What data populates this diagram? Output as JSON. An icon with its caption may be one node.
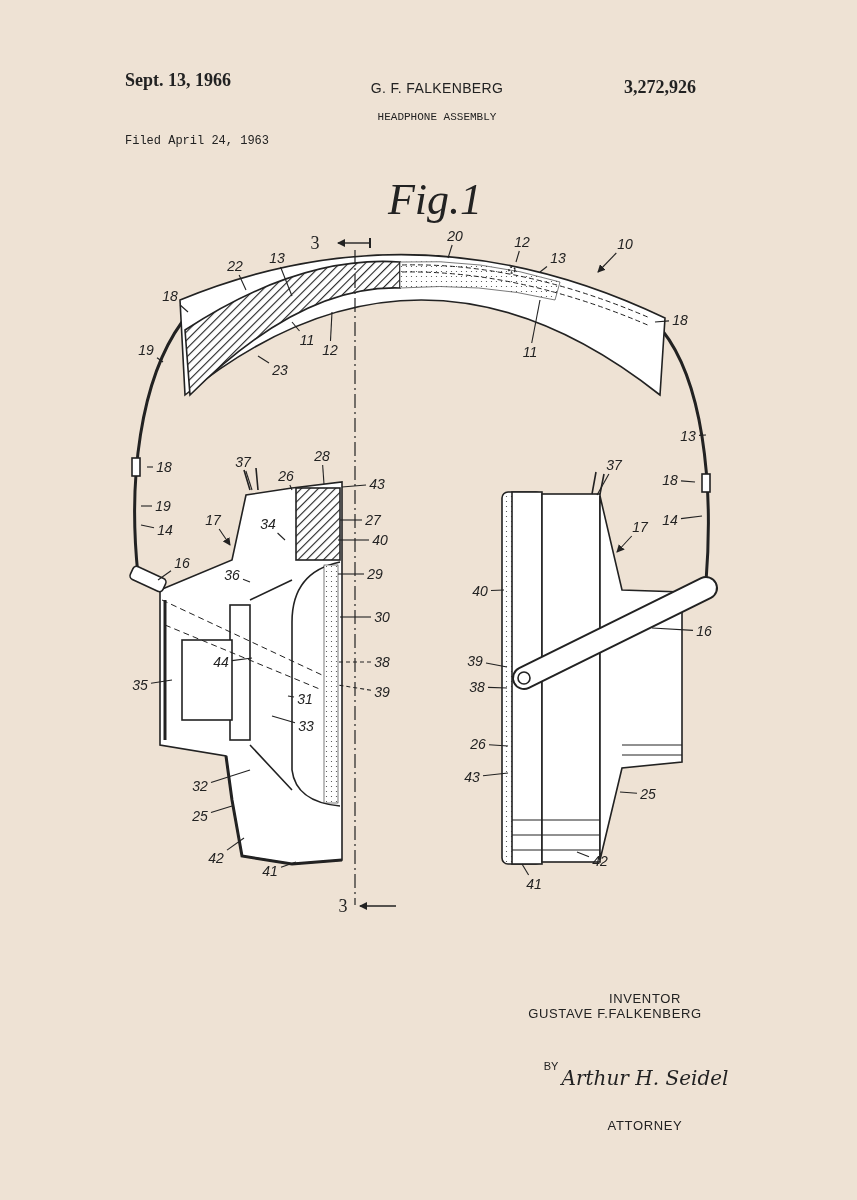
{
  "diagram": {
    "title": "HEADPHONE ASSEMBLY",
    "nodes": [
      {
        "text": [
          "10"
        ]
      },
      {
        "text": [
          "20"
        ]
      },
      {
        "text": [
          "12"
        ]
      },
      {
        "text": [
          "13"
        ]
      },
      {
        "text": [
          "18"
        ]
      },
      {
        "text": [
          "11"
        ]
      },
      {
        "text": [
          "22"
        ]
      },
      {
        "text": [
          "13"
        ]
      },
      {
        "text": [
          "18"
        ]
      },
      {
        "text": [
          "19"
        ]
      },
      {
        "text": [
          "11"
        ]
      },
      {
        "text": [
          "12"
        ]
      },
      {
        "text": [
          "23"
        ]
      },
      {
        "text": [
          "18"
        ]
      },
      {
        "text": [
          "19"
        ]
      },
      {
        "text": [
          "14"
        ]
      },
      {
        "text": [
          "16"
        ]
      },
      {
        "text": [
          "17"
        ]
      },
      {
        "text": [
          "37"
        ]
      },
      {
        "text": [
          "26"
        ]
      },
      {
        "text": [
          "28"
        ]
      },
      {
        "text": [
          "43"
        ]
      },
      {
        "text": [
          "34"
        ]
      },
      {
        "text": [
          "27"
        ]
      },
      {
        "text": [
          "40"
        ]
      },
      {
        "text": [
          "36"
        ]
      },
      {
        "text": [
          "29"
        ]
      },
      {
        "text": [
          "30"
        ]
      },
      {
        "text": [
          "44"
        ]
      },
      {
        "text": [
          "38"
        ]
      },
      {
        "text": [
          "35"
        ]
      },
      {
        "text": [
          "39"
        ]
      },
      {
        "text": [
          "31"
        ]
      },
      {
        "text": [
          "33"
        ]
      },
      {
        "text": [
          "32"
        ]
      },
      {
        "text": [
          "25"
        ]
      },
      {
        "text": [
          "42"
        ]
      },
      {
        "text": [
          "41"
        ]
      },
      {
        "text": [
          "37"
        ]
      },
      {
        "text": [
          "13"
        ]
      },
      {
        "text": [
          "18"
        ]
      },
      {
        "text": [
          "17"
        ]
      },
      {
        "text": [
          "14"
        ]
      },
      {
        "text": [
          "40"
        ]
      },
      {
        "text": [
          "16"
        ]
      },
      {
        "text": [
          "39"
        ]
      },
      {
        "text": [
          "38"
        ]
      },
      {
        "text": [
          "26"
        ]
      },
      {
        "text": [
          "43"
        ]
      },
      {
        "text": [
          "25"
        ]
      },
      {
        "text": [
          "42"
        ]
      },
      {
        "text": [
          "41"
        ]
      }
    ],
    "edges": [
      {
        "from": 0,
        "to": null,
        "arrow": "to"
      },
      {
        "from": 1,
        "to": null,
        "arrow": "none"
      },
      {
        "from": 2,
        "to": null,
        "arrow": "none"
      },
      {
        "from": 3,
        "to": null,
        "arrow": "none"
      },
      {
        "from": 4,
        "to": null,
        "arrow": "none"
      },
      {
        "from": 5,
        "to": null,
        "arrow": "none"
      },
      {
        "from": 6,
        "to": null,
        "arrow": "none"
      },
      {
        "from": 7,
        "to": null,
        "arrow": "none"
      },
      {
        "from": 8,
        "to": null,
        "arrow": "none"
      },
      {
        "from": 9,
        "to": null,
        "arrow": "none"
      },
      {
        "from": 10,
        "to": null,
        "arrow": "none"
      },
      {
        "from": 11,
        "to": null,
        "arrow": "none"
      },
      {
        "from": 12,
        "to": null,
        "arrow": "none"
      },
      {
        "from": 13,
        "to": null,
        "arrow": "none"
      },
      {
        "from": 14,
        "to": null,
        "arrow": "none"
      },
      {
        "from": 15,
        "to": null,
        "arrow": "none"
      },
      {
        "from": 16,
        "to": null,
        "arrow": "none"
      },
      {
        "from": 17,
        "to": null,
        "arrow": "to"
      },
      {
        "from": 18,
        "to": null,
        "arrow": "none"
      },
      {
        "from": 19,
        "to": null,
        "arrow": "none"
      },
      {
        "from": 20,
        "to": null,
        "arrow": "none"
      },
      {
        "from": 21,
        "to": null,
        "arrow": "none"
      },
      {
        "from": 22,
        "to": null,
        "arrow": "none"
      },
      {
        "from": 23,
        "to": null,
        "arrow": "none"
      },
      {
        "from": 24,
        "to": null,
        "arrow": "none"
      },
      {
        "from": 25,
        "to": null,
        "arrow": "none"
      },
      {
        "from": 26,
        "to": null,
        "arrow": "none"
      },
      {
        "from": 27,
        "to": null,
        "arrow": "none"
      },
      {
        "from": 28,
        "to": null,
        "arrow": "none"
      },
      {
        "from": 29,
        "to": null,
        "arrow": "none",
        "style": "dashed"
      },
      {
        "from": 30,
        "to": null,
        "arrow": "none"
      },
      {
        "from": 31,
        "to": null,
        "arrow": "none",
        "style": "dashed"
      },
      {
        "from": 32,
        "to": null,
        "arrow": "none"
      },
      {
        "from": 33,
        "to": null,
        "arrow": "none"
      },
      {
        "from": 34,
        "to": null,
        "arrow": "none"
      },
      {
        "from": 35,
        "to": null,
        "arrow": "none"
      },
      {
        "from": 36,
        "to": null,
        "arrow": "none"
      },
      {
        "from": 37,
        "to": null,
        "arrow": "none"
      },
      {
        "from": 38,
        "to": null,
        "arrow": "none"
      },
      {
        "from": 39,
        "to": null,
        "arrow": "none"
      },
      {
        "from": 40,
        "to": null,
        "arrow": "none"
      },
      {
        "from": 41,
        "to": null,
        "arrow": "to"
      },
      {
        "from": 42,
        "to": null,
        "arrow": "none"
      },
      {
        "from": 43,
        "to": null,
        "arrow": "none"
      },
      {
        "from": 44,
        "to": null,
        "arrow": "none"
      },
      {
        "from": 45,
        "to": null,
        "arrow": "none"
      },
      {
        "from": 46,
        "to": null,
        "arrow": "none"
      },
      {
        "from": 47,
        "to": null,
        "arrow": "none"
      },
      {
        "from": 48,
        "to": null,
        "arrow": "none"
      },
      {
        "from": 49,
        "to": null,
        "arrow": "none"
      },
      {
        "from": 50,
        "to": null,
        "arrow": "none"
      },
      {
        "from": 51,
        "to": null,
        "arrow": "none"
      }
    ],
    "labels": [
      "Sept. 13, 1966",
      "G. F. FALKENBERG",
      "3,272,926",
      "Filed April 24, 1963",
      "Fig.1",
      "3",
      "3",
      "INVENTOR",
      "GUSTAVE F.FALKENBERG",
      "BY",
      "Arthur H. Seidel",
      "ATTORNEY"
    ]
  }
}
